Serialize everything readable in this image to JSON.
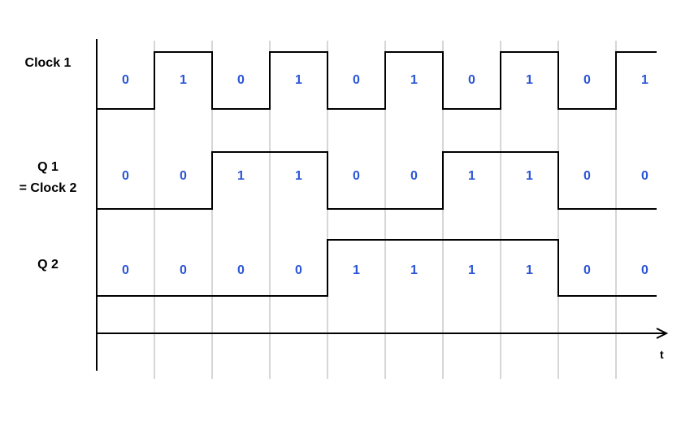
{
  "colors": {
    "bit_text": "#2b55d6",
    "waveform": "#000000",
    "gridline": "#c8c8c8",
    "axis": "#000000"
  },
  "time_axis_label": "t",
  "signals": [
    {
      "label_lines": [
        "Clock 1"
      ],
      "bits": [
        0,
        1,
        0,
        1,
        0,
        1,
        0,
        1,
        0,
        1
      ]
    },
    {
      "label_lines": [
        "Q 1",
        "= Clock 2"
      ],
      "bits": [
        0,
        0,
        1,
        1,
        0,
        0,
        1,
        1,
        0,
        0
      ]
    },
    {
      "label_lines": [
        "Q 2"
      ],
      "bits": [
        0,
        0,
        0,
        0,
        1,
        1,
        1,
        1,
        0,
        0
      ]
    }
  ]
}
